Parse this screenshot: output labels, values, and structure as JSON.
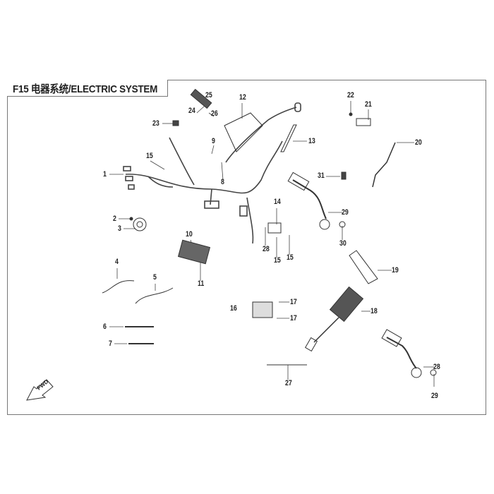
{
  "title": "F15 电器系统/ELECTRIC SYSTEM",
  "direction_arrow": "FWD",
  "callouts": {
    "c1": "1",
    "c2": "2",
    "c3": "3",
    "c4": "4",
    "c5": "5",
    "c6": "6",
    "c7": "7",
    "c8": "8",
    "c9": "9",
    "c10": "10",
    "c11": "11",
    "c12": "12",
    "c13": "13",
    "c14": "14",
    "c15a": "15",
    "c15b": "15",
    "c15c": "15",
    "c16": "16",
    "c17a": "17",
    "c17b": "17",
    "c18": "18",
    "c19": "19",
    "c20": "20",
    "c21": "21",
    "c22": "22",
    "c23": "23",
    "c24": "24",
    "c25": "25",
    "c26": "26",
    "c27": "27",
    "c28a": "28",
    "c28b": "28",
    "c29a": "29",
    "c29b": "29",
    "c30": "30",
    "c31": "31"
  }
}
